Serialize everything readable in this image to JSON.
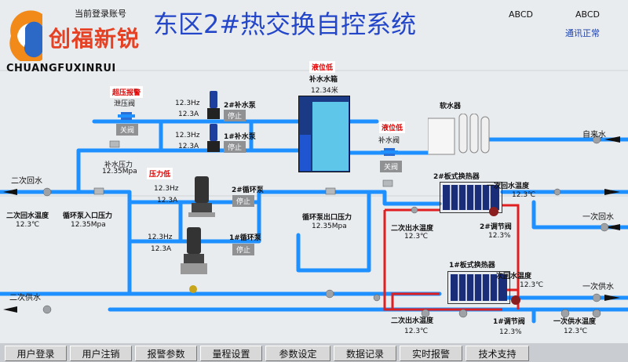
{
  "header": {
    "login_label": "当前登录账号",
    "title": "东区2#热交换自控系统",
    "tag1": "ABCD",
    "tag2": "ABCD",
    "comm_status": "通讯正常"
  },
  "brand": {
    "name_cn": "创福新锐",
    "name_en": "CHUANGFUXINRUI"
  },
  "left": {
    "secondary_return": "二次回水",
    "secondary_supply": "二次供水",
    "return_temp_label": "二次回水温度",
    "return_temp_value": "12.3℃",
    "circ_inlet_label": "循环泵入口压力",
    "circ_inlet_value": "12.35Mpa"
  },
  "relief": {
    "alarm": "超压报警",
    "label": "泄压阀",
    "state": "关阀"
  },
  "makeup_pressure": {
    "label": "补水压力",
    "value": "12.35Mpa",
    "alarm": "压力低"
  },
  "pumps": {
    "makeup2": {
      "name": "2#补水泵",
      "freq": "12.3Hz",
      "current": "12.3A",
      "state": "停止"
    },
    "makeup1": {
      "name": "1#补水泵",
      "freq": "12.3Hz",
      "current": "12.3A",
      "state": "停止"
    },
    "circ2": {
      "name": "2#循环泵",
      "freq": "12.3Hz",
      "current": "12.3A",
      "state": "停止"
    },
    "circ1": {
      "name": "1#循环泵",
      "freq": "12.3Hz",
      "current": "12.3A",
      "state": "停止"
    }
  },
  "tank": {
    "alarm": "液位低",
    "label": "补水水箱",
    "value": "12.34米"
  },
  "makeup_valve": {
    "alarm": "液位低",
    "label": "补水阀",
    "state": "关阀"
  },
  "softener": {
    "label": "软水器"
  },
  "tap_water": "自来水",
  "circ_outlet": {
    "label": "循环泵出口压力",
    "value": "12.35Mpa"
  },
  "hx2": {
    "name": "2#板式换热器",
    "primary_return_label": "一次回水温度",
    "primary_return_value": "12.3℃",
    "secondary_out_label": "二次出水温度",
    "secondary_out_value": "12.3℃",
    "valve_label": "2#调节阀",
    "valve_value": "12.3%"
  },
  "hx1": {
    "name": "1#板式换热器",
    "primary_return_label": "次回水温度",
    "primary_return_value": "12.3℃",
    "secondary_out_label": "二次出水温度",
    "secondary_out_value": "12.3℃",
    "valve_label": "1#调节阀",
    "valve_value": "12.3%",
    "primary_supply_label": "一次供水温度",
    "primary_supply_value": "12.3℃"
  },
  "right": {
    "primary_return": "一次回水",
    "primary_supply": "一次供水"
  },
  "menu": [
    "用户登录",
    "用户注销",
    "报警参数",
    "量程设置",
    "参数设定",
    "数据记录",
    "实时报警",
    "技术支持"
  ],
  "colors": {
    "pipe_blue": "#1e90ff",
    "pipe_red": "#e02020",
    "title_blue": "#2446c9",
    "alarm_red": "#e00000"
  }
}
